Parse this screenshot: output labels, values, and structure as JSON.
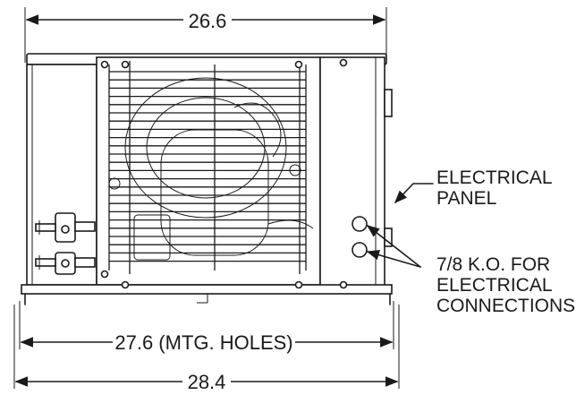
{
  "dimensions": {
    "top_width": "26.6",
    "mounting_holes": "27.6 (MTG. HOLES)",
    "overall_width": "28.4"
  },
  "callouts": {
    "electrical_panel": [
      "ELECTRICAL",
      "PANEL"
    ],
    "knockouts": [
      "7/8 K.O. FOR",
      "ELECTRICAL",
      "CONNECTIONS"
    ]
  }
}
